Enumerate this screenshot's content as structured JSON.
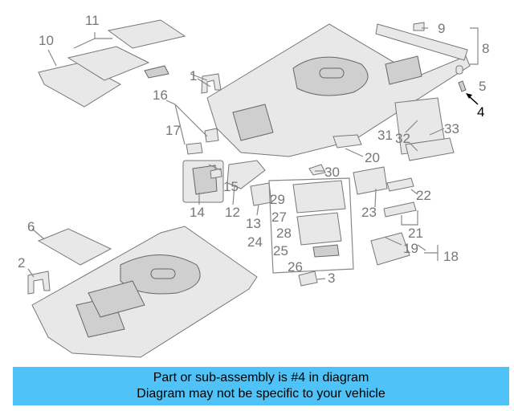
{
  "diagram": {
    "callouts": [
      "1",
      "2",
      "3",
      "4",
      "5",
      "6",
      "8",
      "9",
      "10",
      "11",
      "12",
      "13",
      "14",
      "15",
      "16",
      "17",
      "18",
      "19",
      "20",
      "21",
      "22",
      "23",
      "24",
      "25",
      "26",
      "27",
      "28",
      "29",
      "30",
      "31",
      "32",
      "33"
    ],
    "highlight": "4"
  },
  "banner": {
    "line1": "Part or sub-assembly is #4 in diagram",
    "line2": "Diagram may not be specific to your vehicle",
    "color": "#4fc3f7"
  }
}
